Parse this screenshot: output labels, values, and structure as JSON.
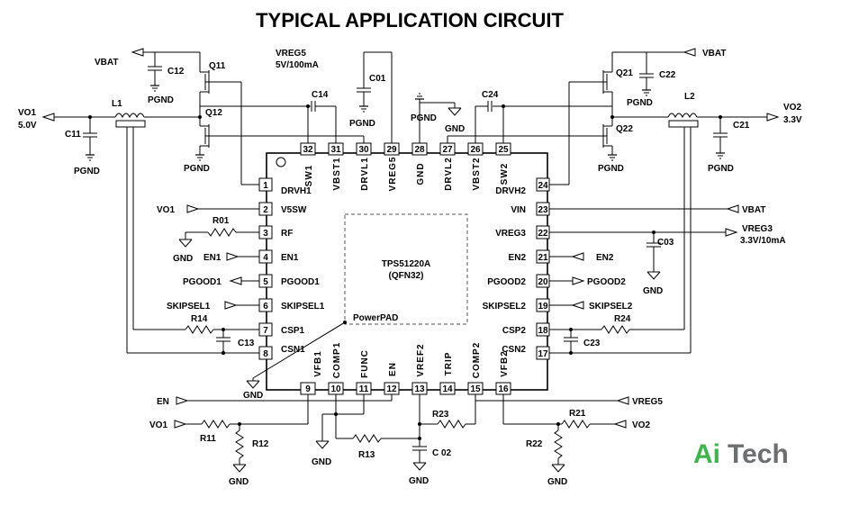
{
  "title": "TYPICAL APPLICATION CIRCUIT",
  "chip": {
    "name": "TPS51220A",
    "package": "(QFN32)",
    "pad_label": "PowerPAD"
  },
  "pins": {
    "p1": "1",
    "p2": "2",
    "p3": "3",
    "p4": "4",
    "p5": "5",
    "p6": "6",
    "p7": "7",
    "p8": "8",
    "p9": "9",
    "p10": "10",
    "p11": "11",
    "p12": "12",
    "p13": "13",
    "p14": "14",
    "p15": "15",
    "p16": "16",
    "p17": "17",
    "p18": "18",
    "p19": "19",
    "p20": "20",
    "p21": "21",
    "p22": "22",
    "p23": "23",
    "p24": "24",
    "p25": "25",
    "p26": "26",
    "p27": "27",
    "p28": "28",
    "p29": "29",
    "p30": "30",
    "p31": "31",
    "p32": "32"
  },
  "pin_names": {
    "drvh1": "DRVH1",
    "v5sw": "V5SW",
    "rf": "RF",
    "en1": "EN1",
    "pgood1": "PGOOD1",
    "skipsel1": "SKIPSEL1",
    "csp1": "CSP1",
    "csn1": "CSN1",
    "drvh2": "DRVH2",
    "vin": "VIN",
    "vreg3": "VREG3",
    "en2": "EN2",
    "pgood2": "PGOOD2",
    "skipsel2": "SKIPSEL2",
    "csp2": "CSP2",
    "csn2": "CSN2",
    "sw1": "SW1",
    "vbst1": "VBST1",
    "drvl1": "DRVL1",
    "vreg5": "VREG5",
    "gnd": "GND",
    "drvl2": "DRVL2",
    "vbst2": "VBST2",
    "sw2": "SW2",
    "vfb1": "VFB1",
    "comp1": "COMP1",
    "func": "FUNC",
    "en": "EN",
    "vref2": "VREF2",
    "trip": "TRIP",
    "comp2": "COMP2",
    "vfb2": "VFB2"
  },
  "nets": {
    "vbat": "VBAT",
    "vo1": "VO1",
    "vo1_val": "5.0V",
    "vo2": "VO2",
    "vo2_val": "3.3V",
    "vreg5": "VREG5",
    "vreg5_val": "5V/100mA",
    "vreg3": "VREG3",
    "vreg3_val": "3.3V/10mA",
    "pgnd": "PGND",
    "gnd": "GND",
    "en": "EN",
    "en1": "EN1",
    "en2": "EN2",
    "pgood1": "PGOOD1",
    "pgood2": "PGOOD2",
    "skipsel1": "SKIPSEL1",
    "skipsel2": "SKIPSEL2"
  },
  "components": {
    "q11": "Q11",
    "q12": "Q12",
    "q21": "Q21",
    "q22": "Q22",
    "l1": "L1",
    "l2": "L2",
    "c11": "C11",
    "c12": "C12",
    "c13": "C13",
    "c14": "C14",
    "c01": "C01",
    "c02": "C 02",
    "c03": "C03",
    "c21": "C21",
    "c22": "C22",
    "c23": "C23",
    "c24": "C24",
    "r01": "R01",
    "r11": "R11",
    "r12": "R12",
    "r13": "R13",
    "r14": "R14",
    "r21": "R21",
    "r22": "R22",
    "r23": "R23",
    "r24": "R24"
  },
  "logo": {
    "part1": "Ai",
    "part2": "Tech"
  }
}
